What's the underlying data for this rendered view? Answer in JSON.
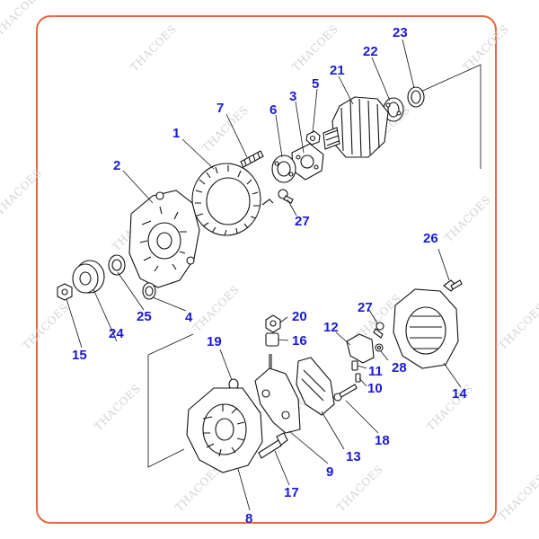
{
  "watermark": {
    "text": "THACOES",
    "color": "#d4d4d4"
  },
  "frame": {
    "border_color": "#e8663e"
  },
  "callout_color": "#1a1ad8",
  "callouts": [
    "1",
    "2",
    "3",
    "4",
    "5",
    "6",
    "7",
    "8",
    "9",
    "10",
    "11",
    "12",
    "13",
    "14",
    "15",
    "16",
    "17",
    "18",
    "19",
    "20",
    "21",
    "22",
    "23",
    "24",
    "25",
    "26",
    "27",
    "27",
    "28"
  ]
}
